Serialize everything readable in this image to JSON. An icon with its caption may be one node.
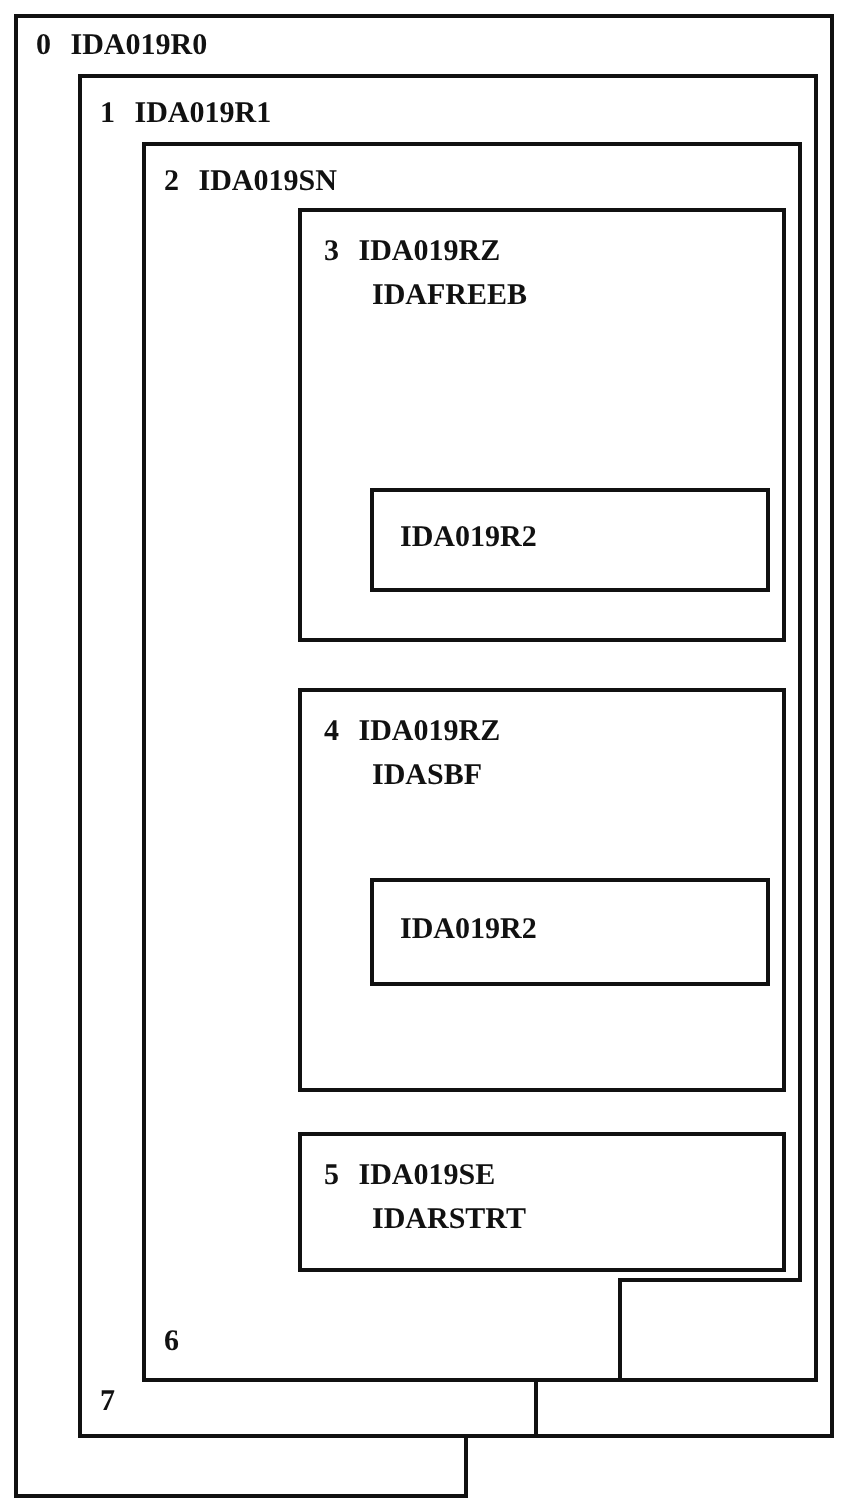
{
  "diagram": {
    "nodes": [
      {
        "text": [
          "0 IDA019R0"
        ]
      },
      {
        "text": [
          "1 IDA019R1",
          "7"
        ],
        "in": 0
      },
      {
        "text": [
          "2 IDA019SN",
          "6"
        ],
        "in": 1
      },
      {
        "text": [
          "3 IDA019RZ IDAFREEB"
        ],
        "in": 2
      },
      {
        "text": [
          "IDA019R2"
        ],
        "in": 3
      },
      {
        "text": [
          "4 IDA019RZ IDASBF"
        ],
        "in": 2
      },
      {
        "text": [
          "IDA019R2"
        ],
        "in": 5
      },
      {
        "text": [
          "5 IDA019SE IDARSTRT"
        ],
        "in": 2
      }
    ]
  }
}
